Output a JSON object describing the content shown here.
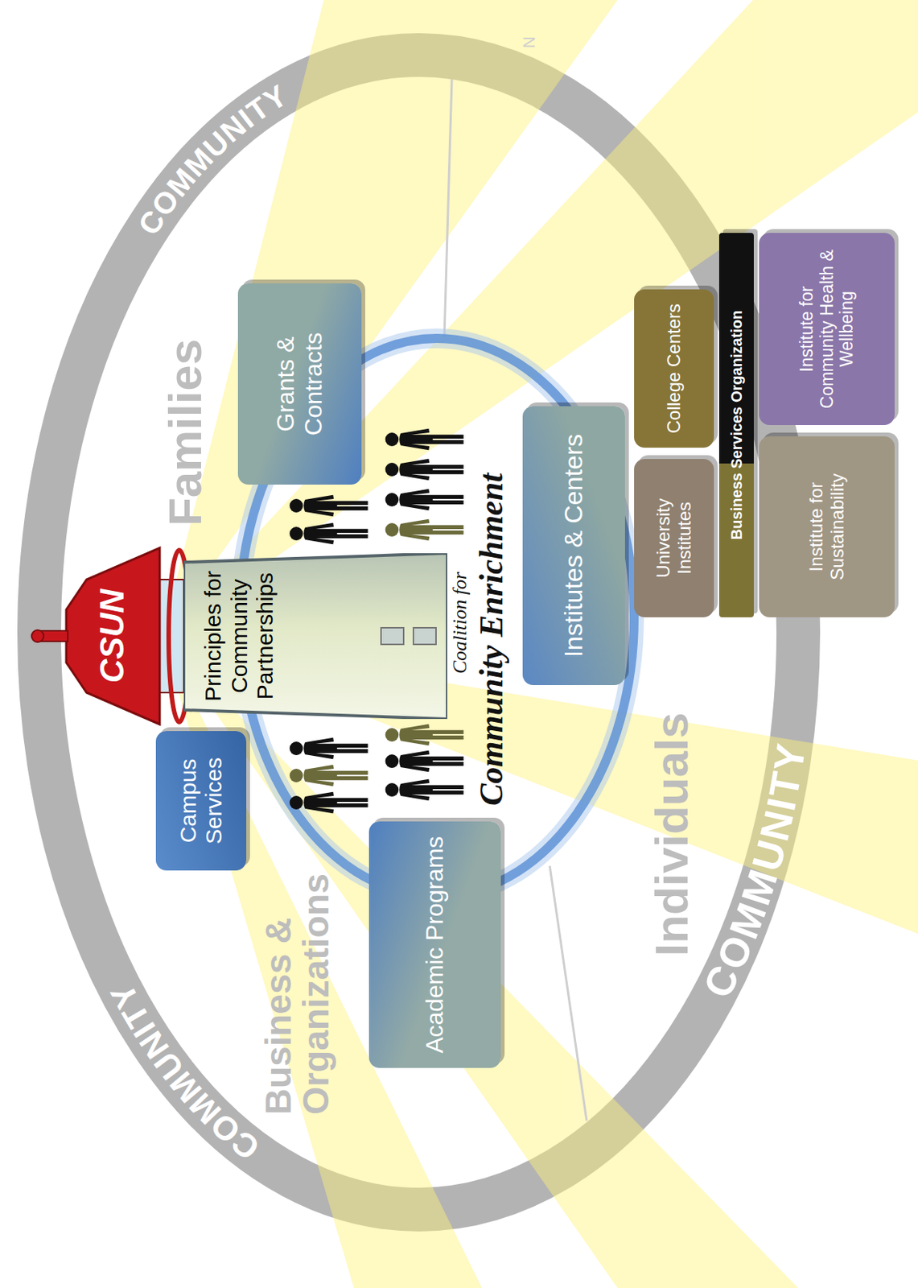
{
  "diagram": {
    "nodes": [
      {
        "text": [
          "Campus Services"
        ]
      },
      {
        "text": [
          "Principles for Community Partnerships"
        ]
      },
      {
        "text": [
          "Grants & Contracts"
        ]
      },
      {
        "text": [
          "Academic Programs"
        ]
      },
      {
        "text": [
          "Institutes & Centers"
        ]
      },
      {
        "text": [
          "University Institutes"
        ]
      },
      {
        "text": [
          "College Centers"
        ]
      },
      {
        "text": [
          "Business Services Organization"
        ]
      },
      {
        "text": [
          "Institute for Sustainability"
        ]
      },
      {
        "text": [
          "Institute for Community Health & Wellbeing"
        ]
      }
    ],
    "labels": [
      "COMMUNITY",
      "COMMUNITY",
      "COMMUNITY",
      "N",
      "Families",
      "Business & Organizations",
      "Individuals",
      "CSUN",
      "Coalition for",
      "Community Enrichment"
    ]
  }
}
